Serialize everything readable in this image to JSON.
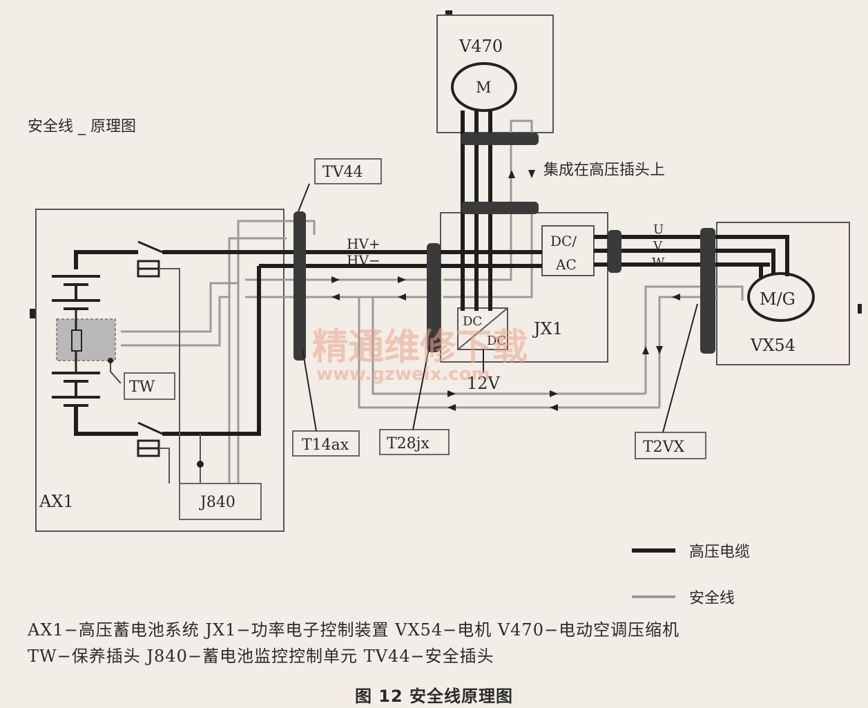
{
  "corner_title": "安全线 _ 原理图",
  "components": {
    "ax1": "AX1",
    "v470": "V470",
    "motor": "M",
    "jx1": "JX1",
    "vx54": "VX54",
    "mg": "M/G",
    "dcac_top": "DC/",
    "dcac_bottom": "AC",
    "dcdc_top": "DC",
    "dcdc_bottom": "DC",
    "j840": "J840",
    "tw": "TW",
    "tv44": "TV44",
    "t14ax": "T14ax",
    "t28jx": "T28jx",
    "t2vx": "T2VX",
    "hv_plus": "HV+",
    "hv_minus": "HV−",
    "phase_u": "U",
    "phase_v": "V",
    "phase_w": "W",
    "v12": "12V"
  },
  "annotation_integrated": "集成在高压插头上",
  "legend": {
    "hv_cable": "高压电缆",
    "safety_line": "安全线",
    "hv_color": "#1e1e1e",
    "safe_color": "#9a9a9a"
  },
  "watermark": {
    "cn": "精通维修下载",
    "url": "www.gzweix.com"
  },
  "key_lines": [
    "AX1−高压蓄电池系统   JX1−功率电子控制装置   VX54−电机   V470−电动空调压缩机",
    "TW−保养插头   J840−蓄电池监控控制单元   TV44−安全插头"
  ],
  "caption": "图 12   安全线原理图"
}
